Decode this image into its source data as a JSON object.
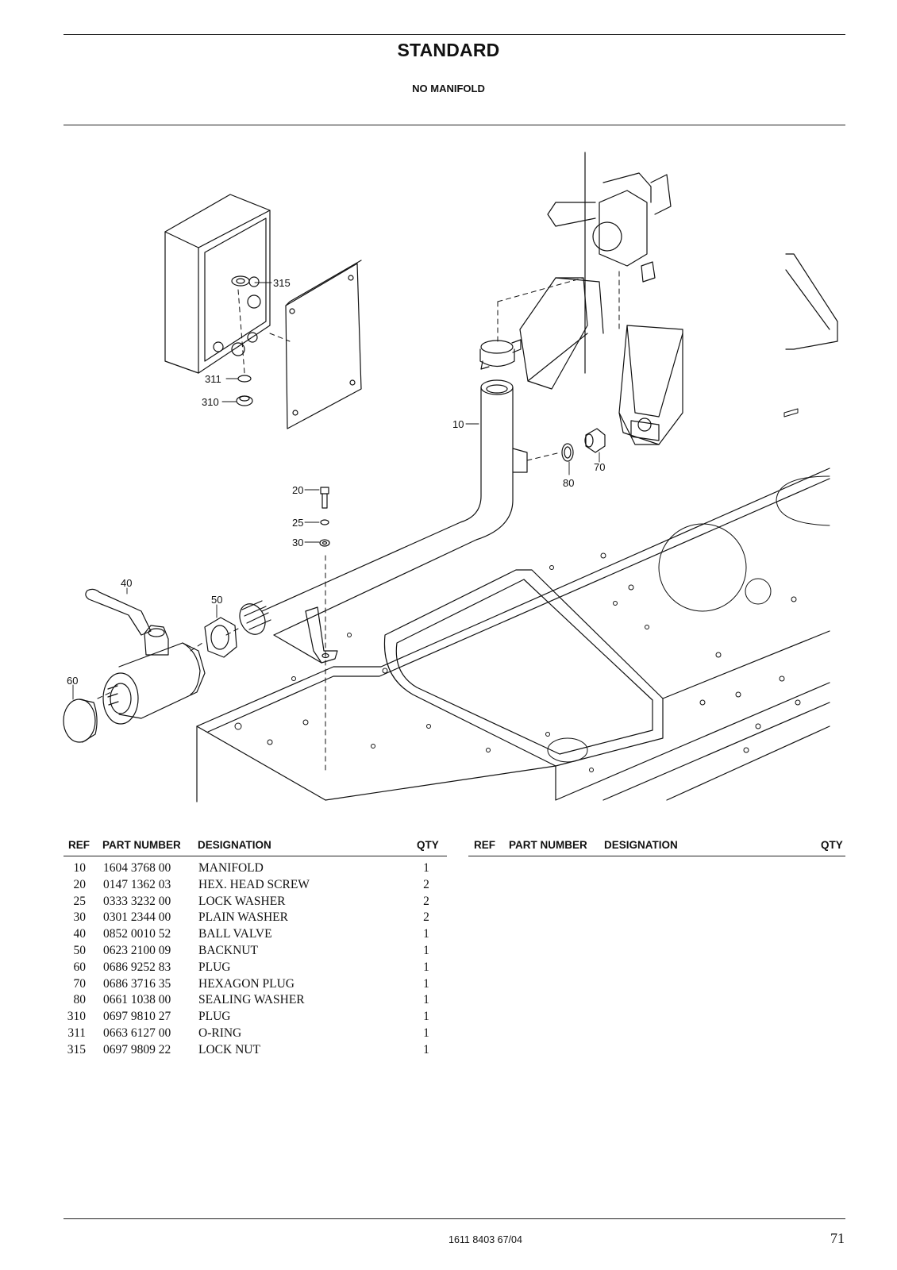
{
  "header": {
    "title": "STANDARD",
    "subtitle": "NO MANIFOLD"
  },
  "callouts": {
    "c10": "10",
    "c20": "20",
    "c25": "25",
    "c30": "30",
    "c40": "40",
    "c50": "50",
    "c60": "60",
    "c70": "70",
    "c80": "80",
    "c310": "310",
    "c311": "311",
    "c315": "315"
  },
  "table": {
    "headers": {
      "ref": "REF",
      "part_number": "PART NUMBER",
      "designation": "DESIGNATION",
      "qty": "QTY"
    },
    "rows": [
      {
        "ref": "10",
        "part_number": "1604 3768 00",
        "designation": "MANIFOLD",
        "qty": "1"
      },
      {
        "ref": "20",
        "part_number": "0147 1362 03",
        "designation": "HEX. HEAD SCREW",
        "qty": "2"
      },
      {
        "ref": "25",
        "part_number": "0333 3232 00",
        "designation": "LOCK WASHER",
        "qty": "2"
      },
      {
        "ref": "30",
        "part_number": "0301 2344 00",
        "designation": "PLAIN WASHER",
        "qty": "2"
      },
      {
        "ref": "40",
        "part_number": "0852 0010 52",
        "designation": "BALL VALVE",
        "qty": "1"
      },
      {
        "ref": "50",
        "part_number": "0623 2100 09",
        "designation": "BACKNUT",
        "qty": "1"
      },
      {
        "ref": "60",
        "part_number": "0686 9252 83",
        "designation": "PLUG",
        "qty": "1"
      },
      {
        "ref": "70",
        "part_number": "0686 3716 35",
        "designation": "HEXAGON PLUG",
        "qty": "1"
      },
      {
        "ref": "80",
        "part_number": "0661 1038 00",
        "designation": "SEALING WASHER",
        "qty": "1"
      },
      {
        "ref": "310",
        "part_number": "0697 9810 27",
        "designation": "PLUG",
        "qty": "1"
      },
      {
        "ref": "311",
        "part_number": "0663 6127 00",
        "designation": "O-RING",
        "qty": "1"
      },
      {
        "ref": "315",
        "part_number": "0697 9809 22",
        "designation": "LOCK NUT",
        "qty": "1"
      }
    ]
  },
  "footer": {
    "doc_code": "1611 8403 67/04",
    "page_number": "71"
  }
}
